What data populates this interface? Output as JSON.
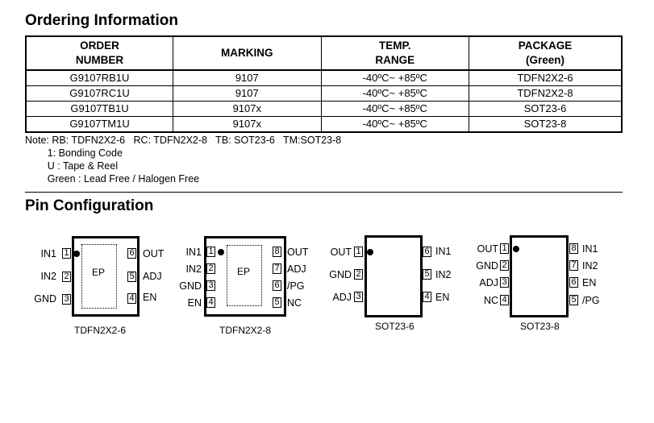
{
  "ordering": {
    "title": "Ordering Information",
    "headers": [
      [
        "ORDER",
        "NUMBER"
      ],
      [
        "MARKING"
      ],
      [
        "TEMP.",
        "RANGE"
      ],
      [
        "PACKAGE",
        "(Green)"
      ]
    ],
    "rows": [
      [
        "G9107RB1U",
        "9107",
        "-40ºC~ +85ºC",
        "TDFN2X2-6"
      ],
      [
        "G9107RC1U",
        "9107",
        "-40ºC~ +85ºC",
        "TDFN2X2-8"
      ],
      [
        "G9107TB1U",
        "9107x",
        "-40ºC~ +85ºC",
        "SOT23-6"
      ],
      [
        "G9107TM1U",
        "9107x",
        "-40ºC~ +85ºC",
        "SOT23-8"
      ]
    ],
    "notes": [
      "Note: RB: TDFN2X2-6   RC: TDFN2X2-8   TB: SOT23-6   TM:SOT23-8",
      "        1: Bonding Code",
      "        U : Tape & Reel",
      "        Green : Lead Free / Halogen Free"
    ]
  },
  "pins": {
    "title": "Pin Configuration",
    "packages": [
      {
        "caption": "TDFN2X2-6",
        "ep": "EP",
        "left": [
          [
            "1",
            "IN1"
          ],
          [
            "2",
            "IN2"
          ],
          [
            "3",
            "GND"
          ]
        ],
        "right": [
          [
            "6",
            "OUT"
          ],
          [
            "5",
            "ADJ"
          ],
          [
            "4",
            "EN"
          ]
        ]
      },
      {
        "caption": "TDFN2X2-8",
        "ep": "EP",
        "left": [
          [
            "1",
            "IN1"
          ],
          [
            "2",
            "IN2"
          ],
          [
            "3",
            "GND"
          ],
          [
            "4",
            "EN"
          ]
        ],
        "right": [
          [
            "8",
            "OUT"
          ],
          [
            "7",
            "ADJ"
          ],
          [
            "6",
            "/PG"
          ],
          [
            "5",
            "NC"
          ]
        ]
      },
      {
        "caption": "SOT23-6",
        "left": [
          [
            "1",
            "OUT"
          ],
          [
            "2",
            "GND"
          ],
          [
            "3",
            "ADJ"
          ]
        ],
        "right": [
          [
            "6",
            "IN1"
          ],
          [
            "5",
            "IN2"
          ],
          [
            "4",
            "EN"
          ]
        ]
      },
      {
        "caption": "SOT23-8",
        "left": [
          [
            "1",
            "OUT"
          ],
          [
            "2",
            "GND"
          ],
          [
            "3",
            "ADJ"
          ],
          [
            "4",
            "NC"
          ]
        ],
        "right": [
          [
            "8",
            "IN1"
          ],
          [
            "7",
            "IN2"
          ],
          [
            "6",
            "EN"
          ],
          [
            "5",
            "/PG"
          ]
        ]
      }
    ]
  }
}
